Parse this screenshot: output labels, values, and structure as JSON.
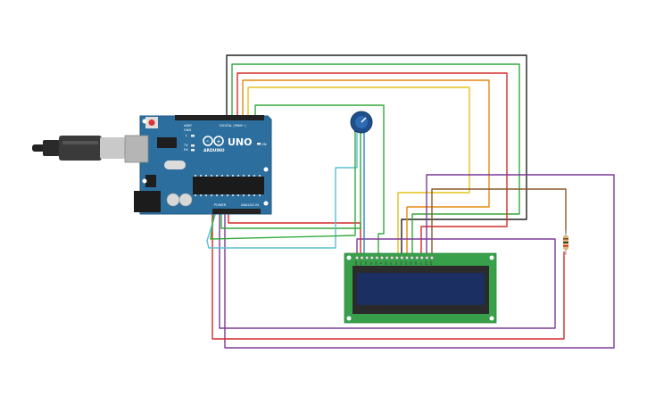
{
  "board": {
    "model_label": "UNO",
    "brand_label": "ARDUINO",
    "digital_label": "DIGITAL (PWM~)",
    "power_label": "POWER",
    "analog_label": "ANALOG IN",
    "aref_label": "AREF",
    "gnd_label": "GND",
    "tx_label": "TX",
    "rx_label": "RX",
    "l_label": "L",
    "on_label": "ON"
  },
  "lcd": {
    "pin_labels": [
      "GND",
      "VCC",
      "V0",
      "RS",
      "RW",
      "E",
      "D0",
      "D1",
      "D2",
      "D3",
      "D4",
      "D5",
      "D6",
      "D7",
      "LED+",
      "LED-"
    ]
  },
  "colors": {
    "board_blue": "#2c6f9e",
    "board_edge": "#1f5a86",
    "pcb_green": "#38a04a",
    "lcd_frame": "#2b2b2b",
    "lcd_screen": "#1b2f63",
    "wire_black": "#222222",
    "wire_green": "#33a83b",
    "wire_red": "#d22a2a",
    "wire_orange": "#e58a12",
    "wire_yellow": "#e3c21a",
    "wire_teal": "#5bbfd1",
    "wire_purple": "#7d3a98",
    "wire_brown": "#8a5a2b",
    "wire_blue": "#2a86c8"
  },
  "icons": [
    "usb-cable-icon",
    "potentiometer-icon",
    "resistor-icon"
  ]
}
